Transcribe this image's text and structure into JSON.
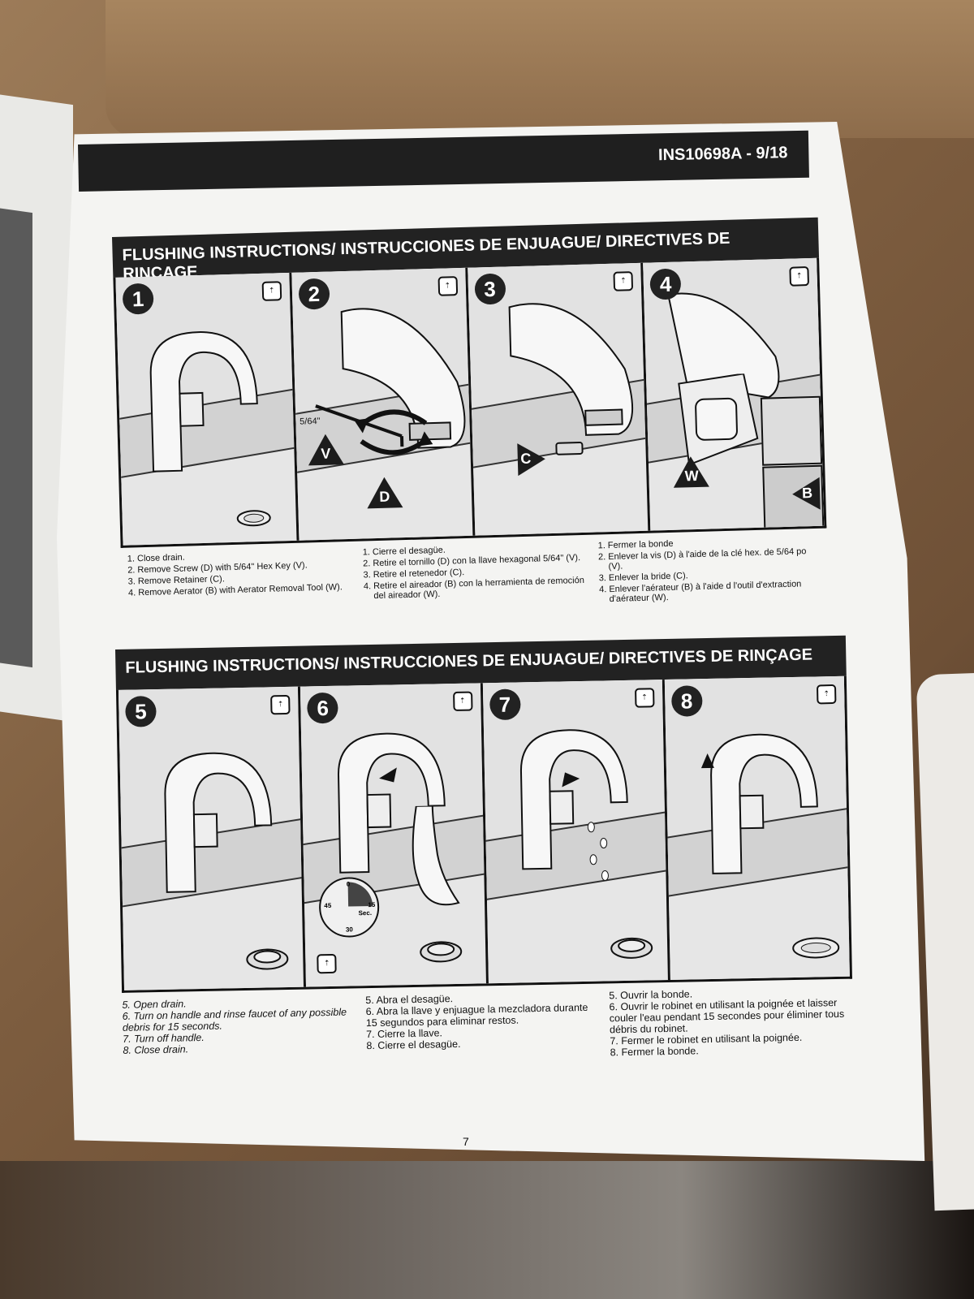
{
  "document": {
    "code": "INS10698A - 9/18",
    "page_number": "7"
  },
  "section1": {
    "header": "FLUSHING INSTRUCTIONS/ INSTRUCCIONES DE ENJUAGUE/ DIRECTIVES DE RINÇAGE",
    "panels": [
      {
        "number": "1"
      },
      {
        "number": "2",
        "key_size": "5/64\"",
        "labels": [
          "V",
          "D"
        ]
      },
      {
        "number": "3",
        "labels": [
          "C"
        ]
      },
      {
        "number": "4",
        "labels": [
          "W",
          "B"
        ]
      }
    ],
    "instructions_en": [
      "Close drain.",
      "Remove Screw (D) with 5/64\" Hex Key (V).",
      "Remove Retainer (C).",
      "Remove Aerator (B) with Aerator Removal Tool (W)."
    ],
    "instructions_es": [
      "Cierre el desagüe.",
      "Retire el tornillo (D) con la llave hexagonal 5/64\" (V).",
      "Retire el retenedor (C).",
      "Retire el aireador (B) con la herramienta de remoción del aireador (W)."
    ],
    "instructions_fr": [
      "Fermer la bonde",
      "Enlever la vis (D) à l'aide de la clé hex. de 5/64 po (V).",
      "Enlever la bride (C).",
      "Enlever l'aérateur (B) à l'aide d l'outil d'extraction d'aérateur (W)."
    ]
  },
  "section2": {
    "header": "FLUSHING INSTRUCTIONS/ INSTRUCCIONES DE ENJUAGUE/ DIRECTIVES DE RINÇAGE",
    "panels": [
      {
        "number": "5"
      },
      {
        "number": "6",
        "timer": {
          "t0": "0",
          "t15": "15",
          "t30": "30",
          "t45": "45",
          "unit": "Sec."
        }
      },
      {
        "number": "7"
      },
      {
        "number": "8"
      }
    ],
    "instructions_en": [
      {
        "n": "5.",
        "text": "Open drain."
      },
      {
        "n": "6.",
        "text": "Turn on handle and rinse faucet of any possible debris for 15 seconds."
      },
      {
        "n": "7.",
        "text": "Turn off handle."
      },
      {
        "n": "8.",
        "text": "Close drain."
      }
    ],
    "instructions_es": [
      {
        "n": "5.",
        "text": "Abra el desagüe."
      },
      {
        "n": "6.",
        "text": "Abra la llave y enjuague la mezcladora durante 15 segundos para eliminar restos."
      },
      {
        "n": "7.",
        "text": "Cierre la llave."
      },
      {
        "n": "8.",
        "text": "Cierre el desagüe."
      }
    ],
    "instructions_fr": [
      {
        "n": "5.",
        "text": "Ouvrir la bonde."
      },
      {
        "n": "6.",
        "text": "Ouvrir le robinet en utilisant la poignée et laisser couler l'eau pendant 15 secondes pour éliminer tous débris du robinet."
      },
      {
        "n": "7.",
        "text": "Fermer le robinet en utilisant la poignée."
      },
      {
        "n": "8.",
        "text": "Fermer la bonde."
      }
    ]
  },
  "icons": {
    "mode_icon": "lift-rod-icon"
  }
}
